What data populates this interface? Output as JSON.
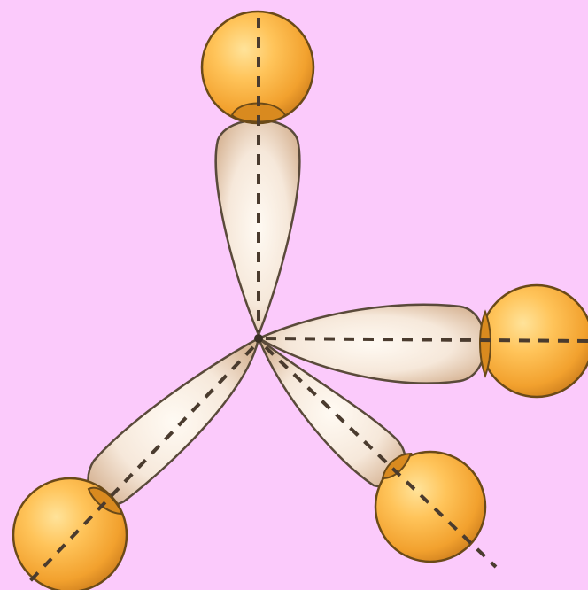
{
  "diagram": {
    "kind": "sp3-hybrid-orbital-bonding",
    "colors": {
      "background": "#fbcafb",
      "lobe_light": "#fffaf3",
      "lobe_shade": "#d9b89a",
      "lobe_outline": "#5a4a3a",
      "atom_light": "#ffd27a",
      "atom_mid": "#f2a12e",
      "atom_dark": "#c7781a",
      "atom_outline": "#6b4a18",
      "axis_line": "#4a3b2e"
    },
    "bonds": [
      {
        "name": "bond-top"
      },
      {
        "name": "bond-right"
      },
      {
        "name": "bond-lower-right"
      },
      {
        "name": "bond-lower-left"
      }
    ]
  }
}
